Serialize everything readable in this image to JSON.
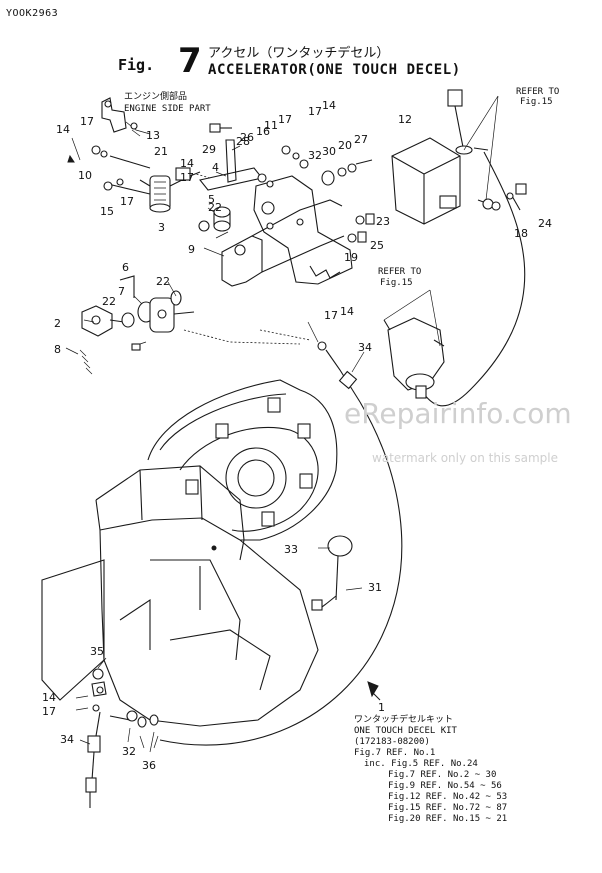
{
  "header": {
    "doc_code": "YOOK2963",
    "fig_prefix": "Fig.",
    "fig_number": "7",
    "title_jp": "アクセル（ワンタッチデセル）",
    "title_en": "ACCELERATOR(ONE TOUCH DECEL)"
  },
  "engine_side": {
    "label_jp": "エンジン側部品",
    "label_en": "ENGINE SIDE PART"
  },
  "refer_upper": {
    "line1": "REFER TO",
    "line2": "Fig.15"
  },
  "refer_lower": {
    "line1": "REFER TO",
    "line2": "Fig.15"
  },
  "watermark": {
    "brand": "eRepairinfo.com",
    "notice": "watermark only on this sample"
  },
  "callout_kit": {
    "item_no": "1",
    "name_jp": "ワンタッチデセルキット",
    "name_en": "ONE TOUCH DECEL KIT",
    "part_no": "(172183-08200)",
    "ref_line": "Fig.7 REF. No.1",
    "inc_lines": [
      "inc. Fig.5 REF. No.24",
      "Fig.7 REF. No.2 ~ 30",
      "Fig.9 REF. No.54 ~ 56",
      "Fig.12 REF. No.42 ~ 53",
      "Fig.15 REF. No.72 ~ 87",
      "Fig.20 REF. No.15 ~ 21"
    ]
  },
  "part_numbers": [
    "14",
    "17",
    "10",
    "15",
    "17",
    "13",
    "26",
    "29",
    "21",
    "14",
    "17",
    "3",
    "4",
    "5",
    "9",
    "22",
    "6",
    "7",
    "22",
    "2",
    "8",
    "22",
    "28",
    "16",
    "11",
    "17",
    "17",
    "14",
    "30",
    "20",
    "32",
    "27",
    "12",
    "18",
    "24",
    "23",
    "25",
    "19",
    "17",
    "14",
    "34",
    "33",
    "31",
    "35",
    "14",
    "17",
    "34",
    "32",
    "36",
    "1"
  ]
}
